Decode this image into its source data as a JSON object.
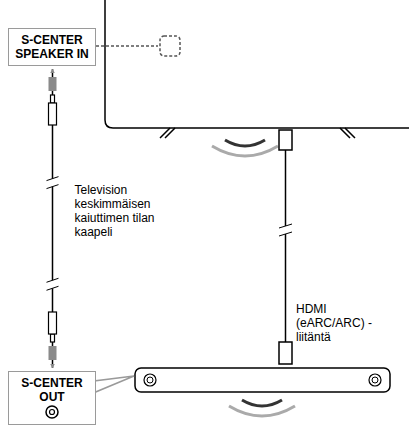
{
  "diagram": {
    "nodes": [
      {
        "text": [
          "S-CENTER SPEAKER IN"
        ]
      },
      {
        "text": [
          "S-CENTER OUT"
        ]
      }
    ],
    "edges": [
      {
        "from": 0,
        "to": 1,
        "arrow": "both",
        "label": "Television keskimmäisen kaiuttimen tilan kaapeli"
      }
    ],
    "labels": [
      "HDMI (eARC/ARC) -liitäntä"
    ]
  }
}
